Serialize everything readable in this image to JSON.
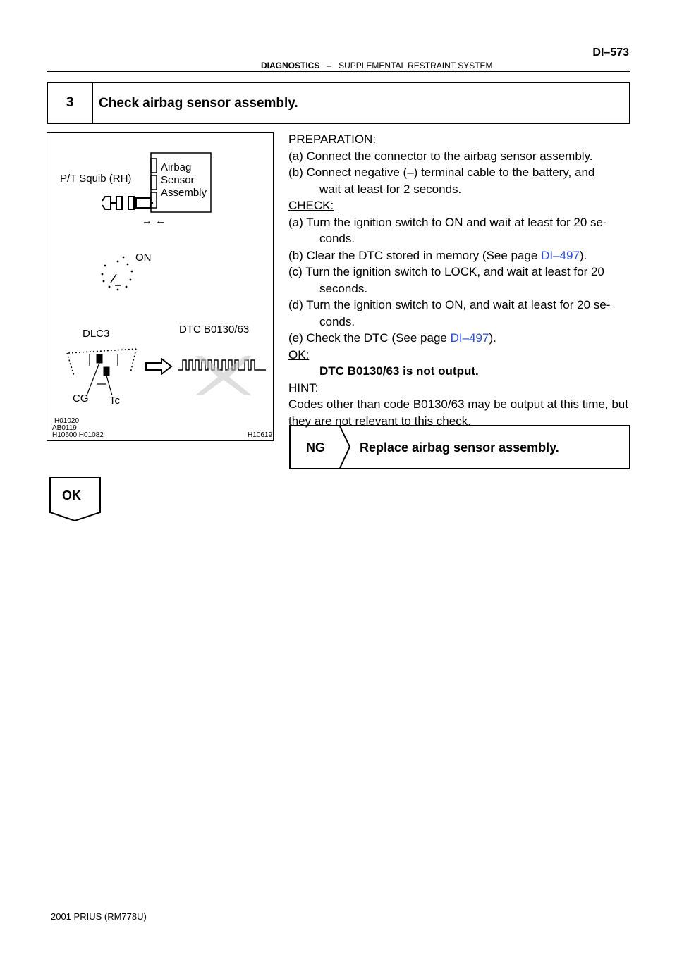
{
  "header": {
    "section": "DIAGNOSTICS",
    "dash": "–",
    "subsection": "SUPPLEMENTAL RESTRAINT SYSTEM",
    "page": "DI–573"
  },
  "step": {
    "number": "3",
    "title": "Check airbag sensor assembly."
  },
  "figure": {
    "label_squib": "P/T Squib (RH)",
    "label_airbag_1": "Airbag",
    "label_airbag_2": "Sensor",
    "label_airbag_3": "Assembly",
    "arrows": "→ ←",
    "label_on": "ON",
    "label_dlc3": "DLC3",
    "label_dtc": "DTC B0130/63",
    "label_cg": "CG",
    "label_tc": "Tc",
    "code_1": "H01020",
    "code_2": "AB0119",
    "code_3": "H10600  H01082",
    "code_4": "H10619"
  },
  "body": {
    "preparation_heading": "PREPARATION:",
    "prep_a": "(a)   Connect the connector to the airbag sensor assembly.",
    "prep_b1": "(b)   Connect negative (–) terminal cable to the battery, and",
    "prep_b2": "wait at least for 2 seconds.",
    "check_heading": "CHECK:",
    "check_a1": "(a)   Turn the ignition switch to ON and wait at least for 20 se-",
    "check_a2": "conds.",
    "check_b_pre": "(b)   Clear the DTC stored in memory (See page ",
    "check_b_link": "DI–497",
    "check_b_post": ").",
    "check_c1": "(c)   Turn the ignition switch to LOCK, and wait at least for 20",
    "check_c2": "seconds.",
    "check_d1": "(d)   Turn the ignition switch to ON, and wait at least for 20 se-",
    "check_d2": "conds.",
    "check_e_pre": "(e)   Check the DTC (See page ",
    "check_e_link": "DI–497",
    "check_e_post": ").",
    "ok_heading": "OK:",
    "ok_text": "DTC B0130/63 is not output.",
    "hint_heading": "HINT:",
    "hint_1": "Codes other than code B0130/63 may be output at this time, but",
    "hint_2": "they are not relevant to this check."
  },
  "ng_box": {
    "label": "NG",
    "message": "Replace airbag sensor assembly."
  },
  "ok_box": {
    "label": "OK"
  },
  "footer": {
    "text": "2001 PRIUS   (RM778U)"
  }
}
